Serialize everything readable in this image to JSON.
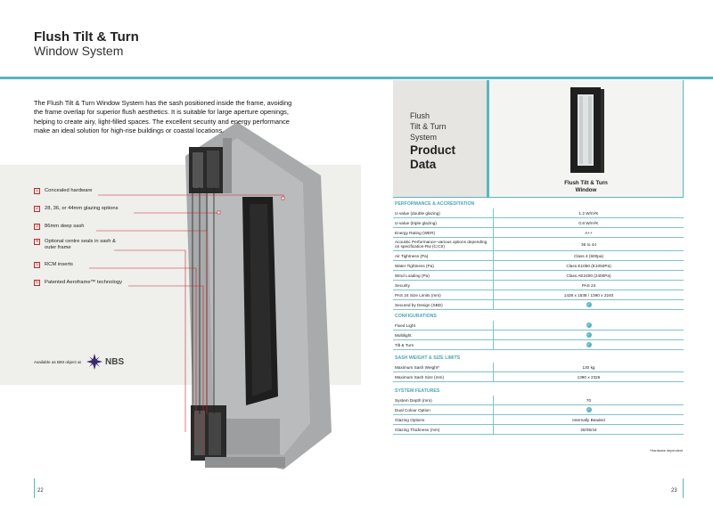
{
  "left": {
    "title_line1": "Flush Tilt & Turn",
    "title_line2": "Window System",
    "intro": "The Flush Tilt & Turn Window System has the sash positioned inside the frame, avoiding the frame overlap for superior flush aesthetics. It is suitable for large aperture openings, helping to create airy, light-filled spaces. The excellent security and energy performance make an ideal solution for high-rise buildings or coastal locations.",
    "features": [
      {
        "num": "1",
        "label": "Concealed hardware"
      },
      {
        "num": "2",
        "label": "28, 36, or 44mm glazing options"
      },
      {
        "num": "3",
        "label": "86mm deep sash"
      },
      {
        "num": "4",
        "label": "Optional centre seals in sash & outer frame"
      },
      {
        "num": "5",
        "label": "RCM inserts"
      },
      {
        "num": "6",
        "label": "Patented Aeroframe™ technology"
      }
    ],
    "bim_text": "Available as BIM object at",
    "nbs_text": "NBS",
    "page_number": "22"
  },
  "right": {
    "heading_line1": "Flush",
    "heading_line2": "Tilt & Turn",
    "heading_line3": "System",
    "heading_bold1": "Product",
    "heading_bold2": "Data",
    "image_label_line1": "Flush Tilt & Turn",
    "image_label_line2": "Window",
    "sections": [
      {
        "title": "Performance & Accreditation",
        "rows": [
          {
            "k": "U-value (double glazing)",
            "v": "1.2 W/m²K"
          },
          {
            "k": "U-value (triple glazing)",
            "v": "0.8 W/m²K"
          },
          {
            "k": "Energy Rating (WER)",
            "v": "A++"
          },
          {
            "k": "Acoustic Performance–various options depending on specification-Rw (C;Ctr)",
            "v": "36 to 44"
          },
          {
            "k": "Air Tightness (Pa)",
            "v": "Class 4 (600pa)"
          },
          {
            "k": "Water Tightness (Pa)",
            "v": "Class E1050 (E1050Pa)"
          },
          {
            "k": "Wind Loading (Pa)",
            "v": "Class AE2400 (2400Pa)"
          },
          {
            "k": "Security",
            "v": "PAS 24"
          },
          {
            "k": "PAS 24 Size Limits (mm)",
            "v": "1428 x 1538 / 1390 x 2240"
          },
          {
            "k": "Secured by Design (SBD)",
            "v": "✓"
          }
        ]
      },
      {
        "title": "Configurations",
        "rows": [
          {
            "k": "Fixed Light",
            "v": "✓"
          },
          {
            "k": "Multilight",
            "v": "✓"
          },
          {
            "k": "Tilt & Turn",
            "v": "✓"
          }
        ]
      },
      {
        "title": "Sash Weight & Size Limits",
        "rows": [
          {
            "k": "Maximum Sash Weight*",
            "v": "130 kg"
          },
          {
            "k": "Maximum Sash Size (mm)",
            "v": "1390 x 2326"
          }
        ]
      },
      {
        "title": "System Features",
        "rows": [
          {
            "k": "System Depth (mm)",
            "v": "70"
          },
          {
            "k": "Dual Colour Option",
            "v": "✓"
          },
          {
            "k": "Glazing Options",
            "v": "Internally Beaded"
          },
          {
            "k": "Glazing Thickness (mm)",
            "v": "28/36/44"
          }
        ]
      }
    ],
    "footnote": "*Hardware dependent",
    "page_number": "23"
  },
  "colors": {
    "accent": "#5ab5c2",
    "marker": "#c0282d",
    "frame": "#a7a9aa",
    "dark_frame": "#2b2b2b"
  }
}
